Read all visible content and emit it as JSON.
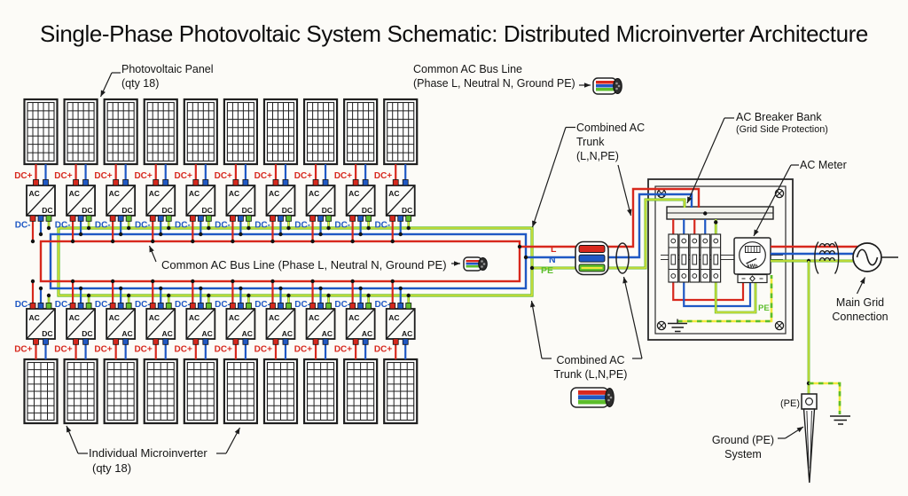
{
  "title": "Single-Phase Photovoltaic System Schematic: Distributed Microinverter Architecture",
  "labels": {
    "pv_panel": {
      "line1": "Photovoltaic Panel",
      "line2": "(qty 18)"
    },
    "bus_top": {
      "line1": "Common AC Bus Line",
      "line2": "(Phase L, Neutral N, Ground PE)"
    },
    "bus_mid": "Common AC Bus Line (Phase L, Neutral N, Ground PE)",
    "trunk_top": {
      "line1": "Combined AC",
      "line2": "Trunk",
      "line3": "(L,N,PE)"
    },
    "trunk_bottom": {
      "line1": "Combined AC",
      "line2": "Trunk (L,N,PE)"
    },
    "breaker_bank": {
      "line1": "AC Breaker Bank",
      "line2": "(Grid Side Protection)"
    },
    "ac_meter": "AC Meter",
    "main_grid": {
      "line1": "Main Grid",
      "line2": "Connection"
    },
    "pe_rod": "(PE)",
    "ground_system": {
      "line1": "Ground (PE)",
      "line2": "System"
    },
    "microinverter": {
      "line1": "Individual Microinverter",
      "line2": "(qty 18)"
    }
  },
  "wires": {
    "dc_plus": "DC+",
    "dc_minus": "DC-",
    "l": "L",
    "n": "N",
    "pe": "PE"
  },
  "inverters": {
    "ac_label": "AC",
    "top_secondary": [
      "DC",
      "DC",
      "DC",
      "DC",
      "DC",
      "DC",
      "DC",
      "DC",
      "DC",
      "DC"
    ],
    "bottom_secondary": [
      "DC",
      "DC",
      "AC",
      "AC",
      "AC",
      "AC",
      "AC",
      "AC",
      "AC",
      "AC"
    ]
  },
  "meter": {
    "unit": "kWh"
  },
  "colors": {
    "wire_red": "#d7281d",
    "wire_blue": "#1f58c4",
    "wire_green": "#5cbe2b",
    "wire_yellow": "#f2e83d",
    "line_black": "#1c1c1c",
    "text": "#141414",
    "background": "#fcfbf7"
  }
}
